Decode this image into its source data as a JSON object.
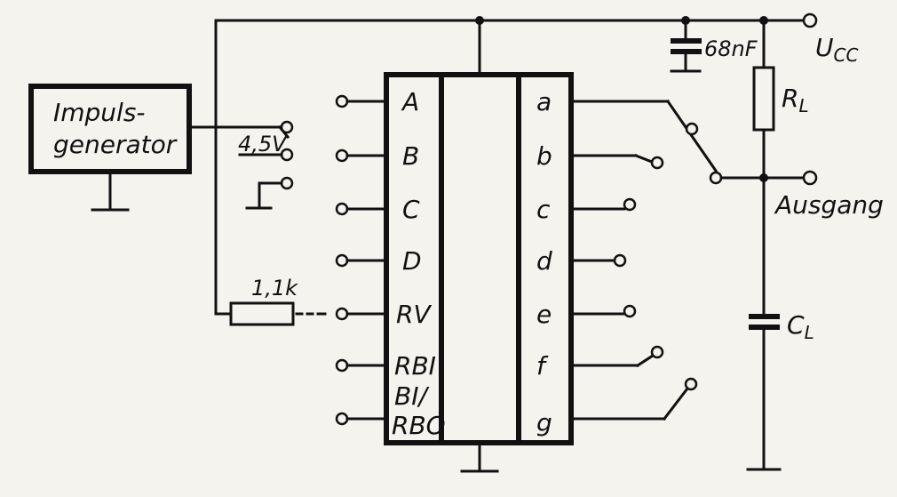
{
  "diagram": {
    "generator_label_line1": "Impuls-",
    "generator_label_line2": "generator",
    "voltage_label": "4,5V",
    "resistor_label": "1,1k",
    "capacitor_top_label": "68nF",
    "supply_label_main": "U",
    "supply_label_sub": "CC",
    "load_resistor_main": "R",
    "load_resistor_sub": "L",
    "load_capacitor_main": "C",
    "load_capacitor_sub": "L",
    "output_label": "Ausgang",
    "inputs": [
      "A",
      "B",
      "C",
      "D",
      "RV",
      "RBI",
      "BI/",
      "RBO"
    ],
    "outputs": [
      "a",
      "b",
      "c",
      "d",
      "e",
      "f",
      "g"
    ]
  }
}
